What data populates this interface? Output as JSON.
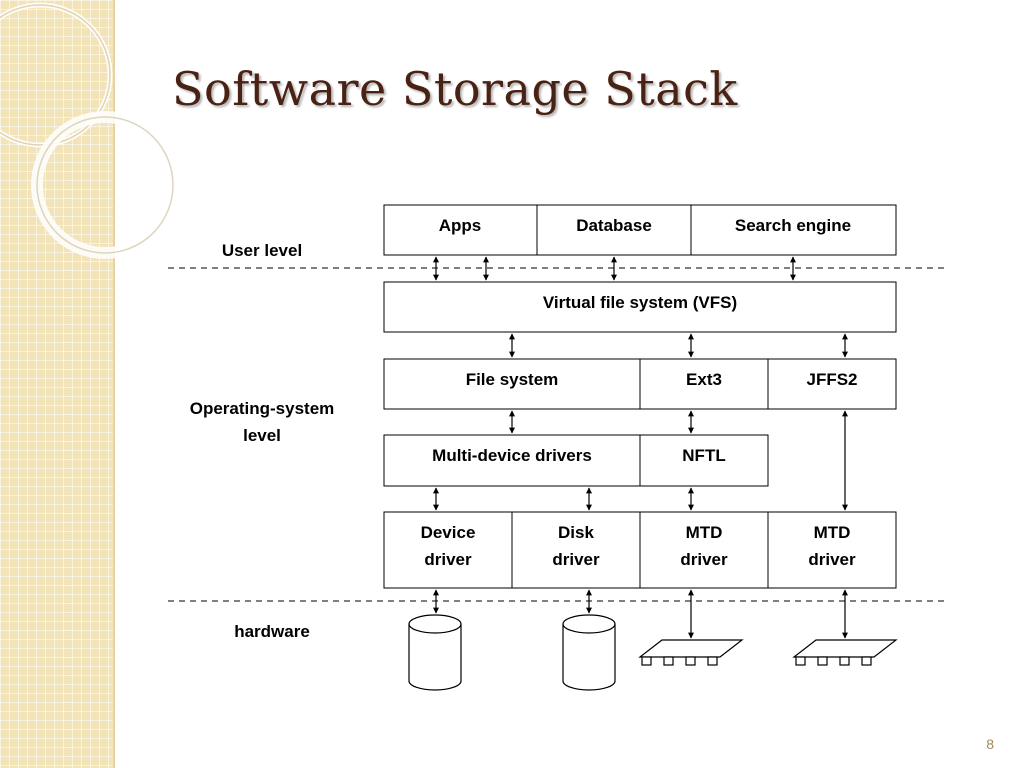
{
  "slide": {
    "title": "Software Storage Stack",
    "page_number": "8"
  },
  "levels": {
    "user": "User level",
    "os_line1": "Operating-system",
    "os_line2": "level",
    "hardware": "hardware"
  },
  "layers": {
    "apps": "Apps",
    "database": "Database",
    "search_engine": "Search engine",
    "vfs": "Virtual file system (VFS)",
    "file_system": "File system",
    "ext3": "Ext3",
    "jffs2": "JFFS2",
    "multi_device_drivers": "Multi-device drivers",
    "nftl": "NFTL",
    "device_driver": [
      "Device",
      "driver"
    ],
    "disk_driver": [
      "Disk",
      "driver"
    ],
    "mtd_driver_1": [
      "MTD",
      "driver"
    ],
    "mtd_driver_2": [
      "MTD",
      "driver"
    ]
  },
  "icons": {
    "disk": "cylinder-disk-icon",
    "flash": "flash-chip-icon"
  },
  "colors": {
    "title": "#4a2214",
    "side_strip": "#f2e3b9"
  }
}
